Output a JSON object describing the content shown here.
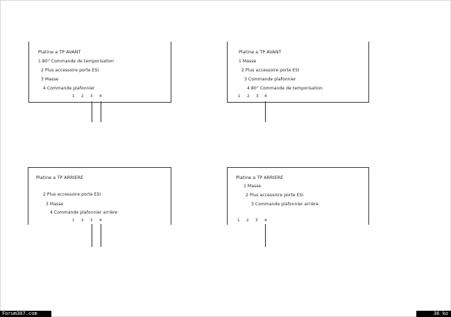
{
  "panels": {
    "p1": {
      "title": "Platine a TP AVANT",
      "lines": [
        "1 80° Commande de temporisation",
        "2 Plus accessoire porte ESI",
        "3 Masse",
        "4 Commande plafonnier"
      ],
      "pins": [
        "1",
        "2",
        "3",
        "4"
      ]
    },
    "p2": {
      "title": "Platine a TP AVANT",
      "lines": [
        "1 Masse",
        "2 Plus accessoire porte ESI",
        "3 Commande plafonnier",
        "4 80° Commande de temporisation"
      ],
      "pins": [
        "1",
        "2",
        "3",
        "4"
      ]
    },
    "p3": {
      "title": "Platine a TP ARRIERE",
      "lines": [
        "2 Plus accessoire porte ESI",
        "3 Masse",
        "4 Commande plafonnier arrière"
      ],
      "pins": [
        "1",
        "2",
        "3",
        "4"
      ]
    },
    "p4": {
      "title": "Platine a TP ARRIERE",
      "lines": [
        "1 Masse",
        "2 Plus accessoire porte ESI",
        "3 Commande plafonnier arrière"
      ],
      "pins": [
        "1",
        "2",
        "3",
        "4"
      ]
    }
  },
  "footer": {
    "site": "Forum307.com",
    "size": "36 ko"
  }
}
